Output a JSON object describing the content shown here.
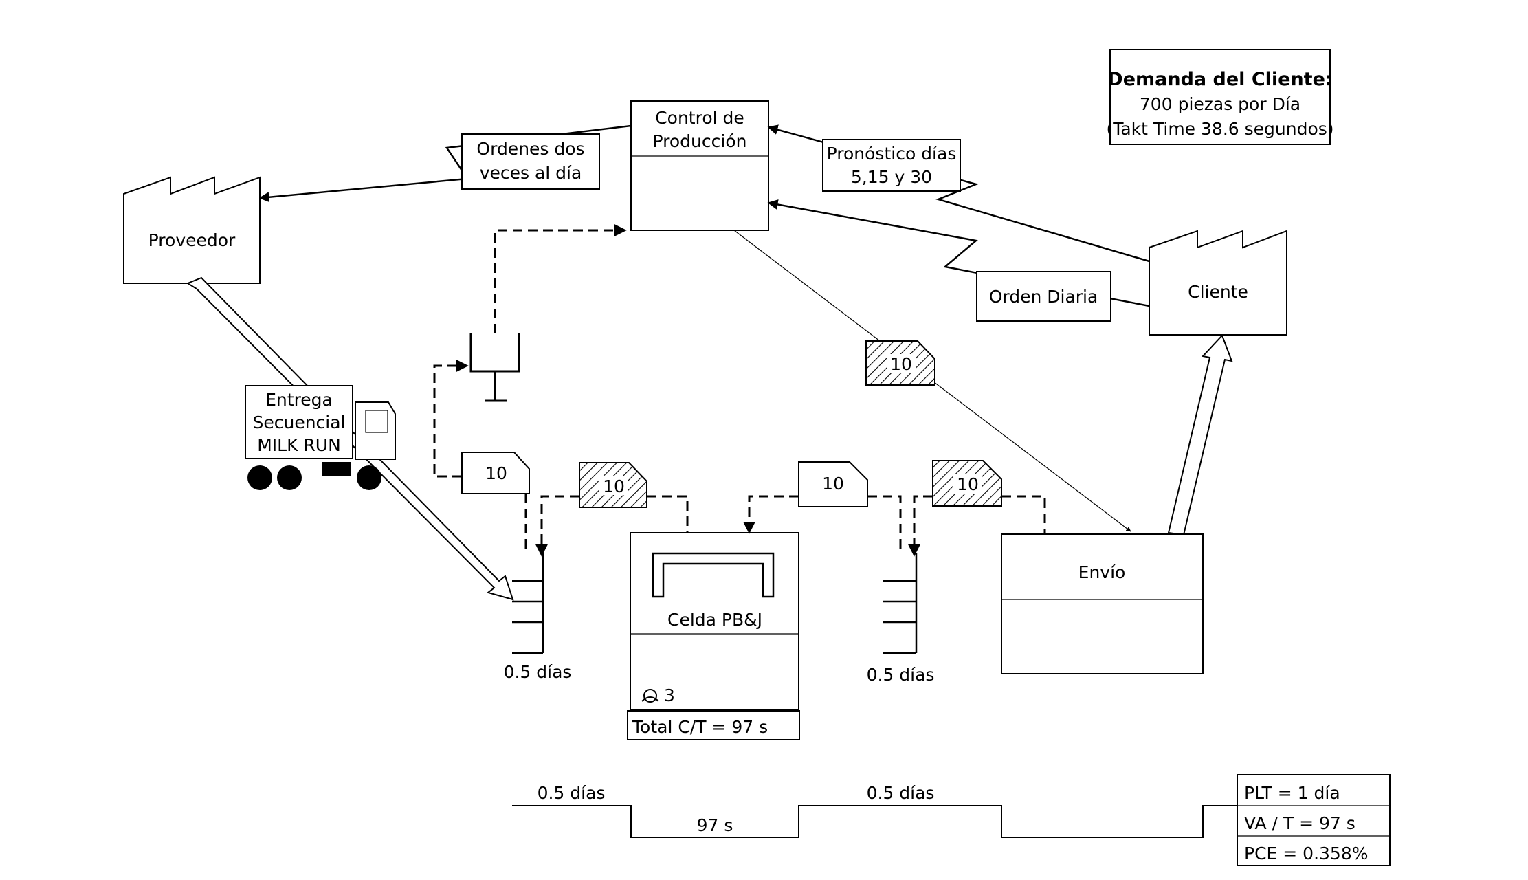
{
  "customer_demand": {
    "title": "Demanda del Cliente:",
    "line1": "700 piezas por Día",
    "line2": "(Takt Time 38.6 segundos)"
  },
  "production_control": {
    "line1": "Control de",
    "line2": "Producción"
  },
  "orders_to_supplier": {
    "line1": "Ordenes dos",
    "line2": "veces al día"
  },
  "forecast": {
    "line1": "Pronóstico días",
    "line2": "5,15 y 30"
  },
  "daily_order": "Orden Diaria",
  "supplier": "Proveedor",
  "customer": "Cliente",
  "milk_run": {
    "line1": "Entrega",
    "line2": "Secuencial",
    "line3": "MILK RUN"
  },
  "kanban_qty": "10",
  "cell": {
    "name": "Celda PB&J",
    "operators": "3",
    "total_ct": "Total C/T = 97 s"
  },
  "shipping": "Envío",
  "inventory": {
    "raw": "0.5 días",
    "finished": "0.5 días"
  },
  "timeline": {
    "wait1": "0.5 días",
    "process": "97 s",
    "wait2": "0.5 días"
  },
  "summary": {
    "plt": "PLT = 1 día",
    "va_t": "VA / T = 97 s",
    "pce": "PCE = 0.358%"
  }
}
